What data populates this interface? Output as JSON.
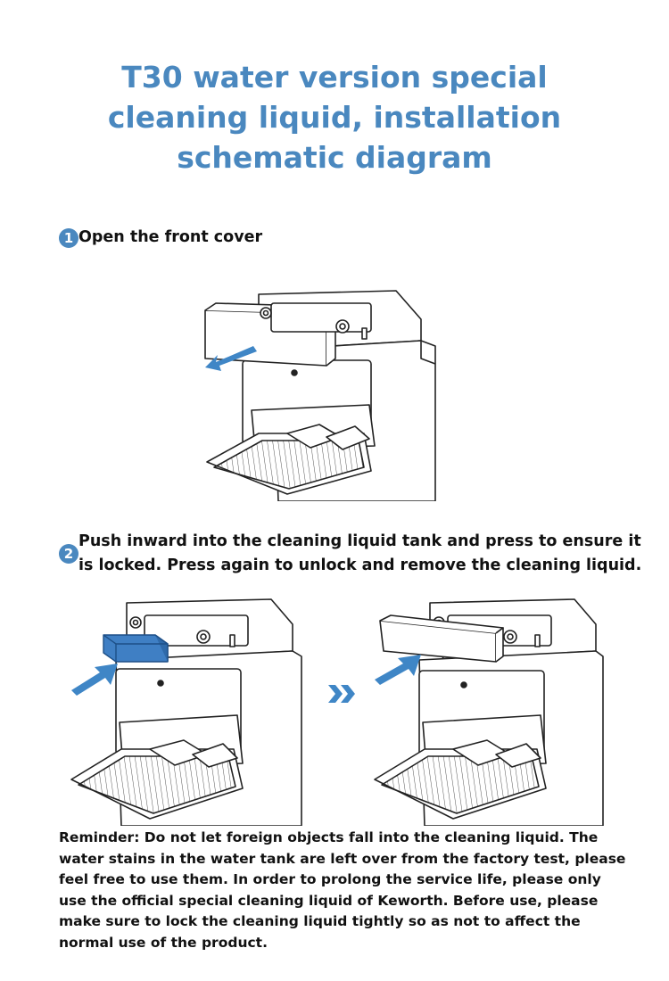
{
  "title": "T30 water version special cleaning liquid, installation schematic diagram",
  "steps": [
    {
      "number": "1",
      "text": "Open the front cover"
    },
    {
      "number": "2",
      "text": "Push inward into the cleaning liquid tank and press to ensure it is locked. Press again to unlock and remove the cleaning liquid."
    }
  ],
  "reminder": "Reminder: Do not let foreign objects fall into the cleaning liquid. The water stains in the water tank are left over from the factory test, please feel free to use them. In order to prolong the service life, please only use the official special cleaning liquid of Keworth. Before use, please make sure to lock the cleaning liquid tightly so as not to affect the normal use of the product.",
  "colors": {
    "accent": "#4a88bf",
    "arrow": "#3f86c6",
    "tank": "#3f7fc4",
    "line": "#222222"
  },
  "icons": [
    "open-cover-arrow-icon",
    "push-in-arrow-icon",
    "double-chevron-right-icon"
  ]
}
